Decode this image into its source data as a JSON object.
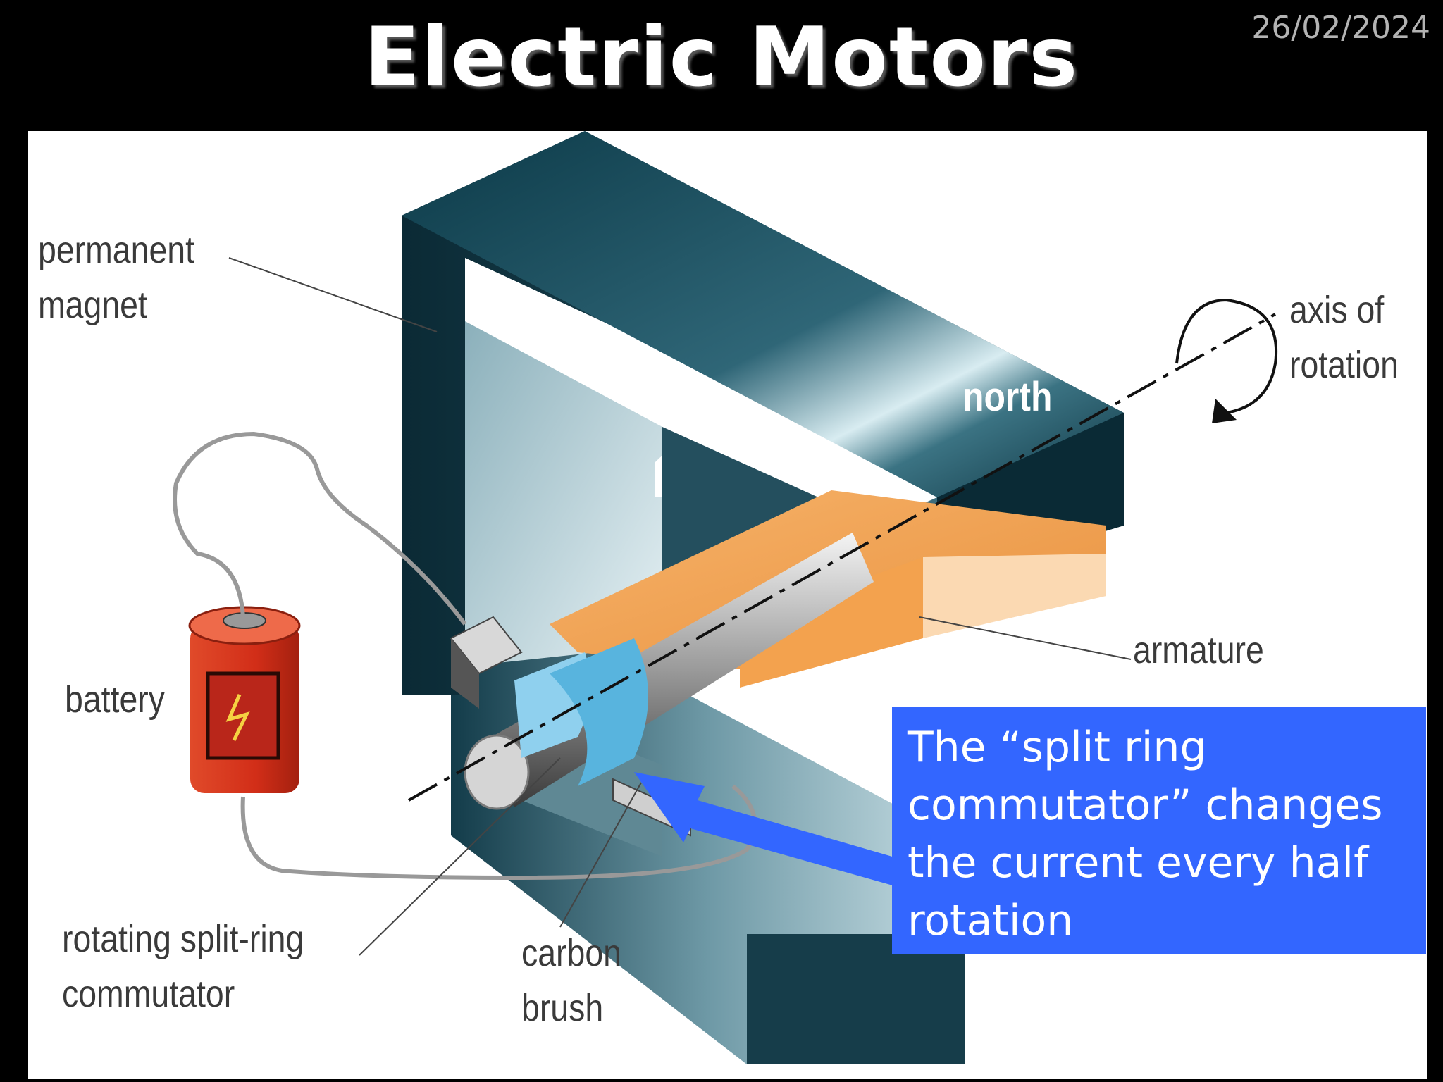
{
  "title": "Electric Motors",
  "date": "26/02/2024",
  "diagram": {
    "labels": {
      "permanent_magnet": [
        "permanent",
        "magnet"
      ],
      "axis_of_rotation": [
        "axis of",
        "rotation"
      ],
      "north": "north",
      "armature": "armature",
      "battery": "battery",
      "commutator": [
        "rotating split-ring",
        "commutator"
      ],
      "carbon_brush": [
        "carbon",
        "brush"
      ]
    }
  },
  "callout": {
    "text": "The “split ring commutator” changes the current every half rotation",
    "color": "#3366ff"
  },
  "colors": {
    "background": "#000000",
    "magnet": "#2a5566",
    "armature": "#f0a04a",
    "battery": "#d9321c",
    "commutator": "#8fd0ee"
  }
}
